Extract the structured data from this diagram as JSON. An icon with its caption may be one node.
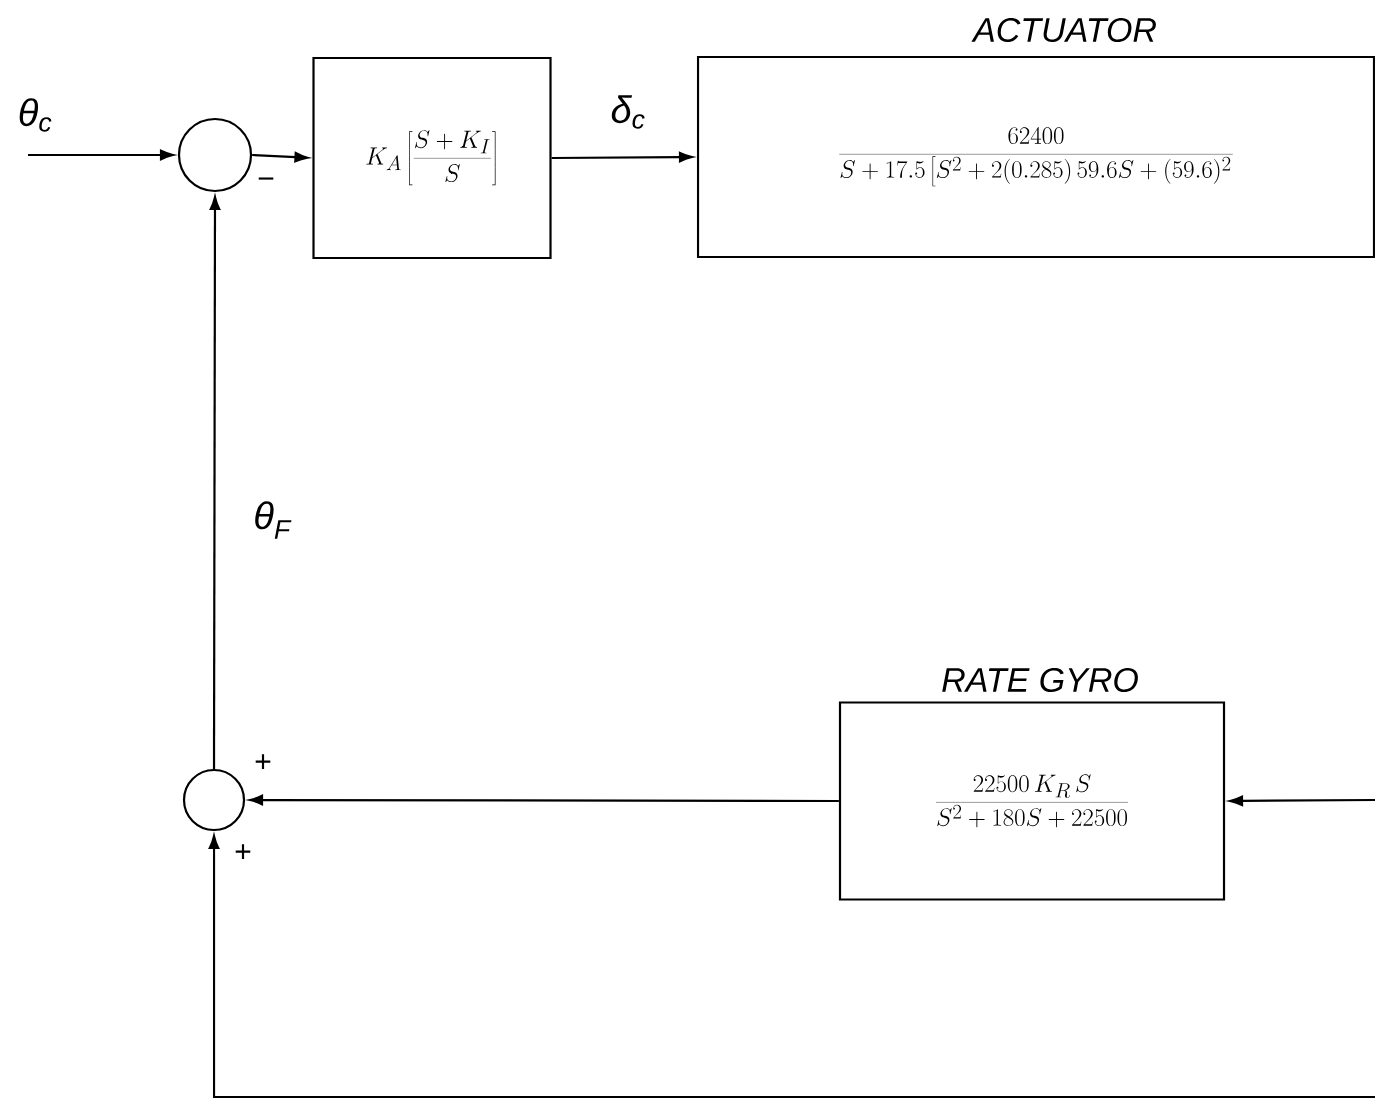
{
  "diagram": {
    "nodes": [
      {
        "text": [],
        "shape": "circle"
      },
      {
        "text": [
          "K_{A}\\left[\\frac{S+K_{I}}{S}\\right]"
        ]
      },
      {
        "text": [
          "ACTUATOR",
          "\\frac{62400}{S+17.5\\left[S^{2}+2(0.285)\\,59.6S+(59.6)^{2}\\right.}"
        ]
      },
      {
        "text": [],
        "shape": "circle"
      },
      {
        "text": [
          "RATE GYRO",
          "\\frac{22500\\,K_{R}\\,S}{S^{2}+180S+22500}"
        ]
      }
    ],
    "edges": [
      {
        "from": null,
        "to": 0,
        "arrow": "to",
        "label": "θ$_{c}$"
      },
      {
        "from": 0,
        "to": 1,
        "arrow": "to"
      },
      {
        "from": 1,
        "to": 2,
        "arrow": "to",
        "label": "δ$_{c}$"
      },
      {
        "from": 3,
        "to": 0,
        "arrow": "to",
        "label": "θ$_{F}$"
      },
      {
        "from": null,
        "to": 4,
        "arrow": "to"
      },
      {
        "from": 4,
        "to": 3,
        "arrow": "to"
      },
      {
        "from": null,
        "to": 3,
        "arrow": "to"
      }
    ],
    "labels": [
      "−",
      "+",
      "+"
    ]
  }
}
